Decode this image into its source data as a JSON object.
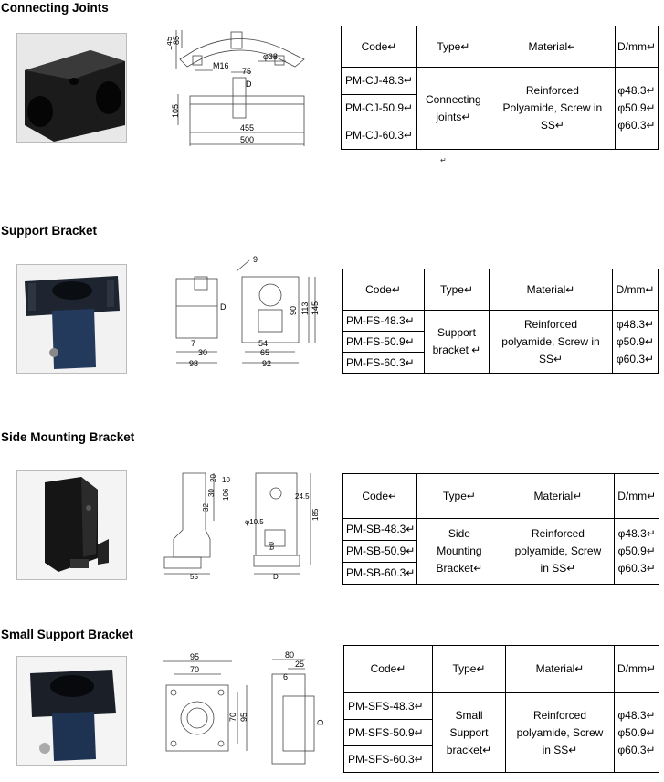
{
  "table_headers": {
    "code": "Code↵",
    "type": "Type↵",
    "material": "Material↵",
    "dim": "D/mm↵"
  },
  "sections": [
    {
      "title": "Connecting Joints",
      "codes": [
        "PM-CJ-48.3↵",
        "PM-CJ-50.9↵",
        "PM-CJ-60.3↵"
      ],
      "type_lines": [
        "Connecting",
        "joints↵"
      ],
      "material_lines": [
        "Reinforced",
        "Polyamide, Screw in",
        "SS↵"
      ],
      "diameters": [
        "φ48.3↵",
        "φ50.9↵",
        "φ60.3↵"
      ],
      "dims": {
        "h145": "145",
        "h85": "85",
        "m16": "M16",
        "d38": "φ38",
        "w75": "75",
        "d": "D",
        "h105": "105",
        "w455": "455",
        "w500": "500"
      }
    },
    {
      "title": "Support Bracket",
      "codes": [
        "PM-FS-48.3↵",
        "PM-FS-50.9↵",
        "PM-FS-60.3↵"
      ],
      "type_lines": [
        "Support",
        "bracket ↵"
      ],
      "material_lines": [
        "Reinforced",
        "polyamide, Screw in",
        "SS↵"
      ],
      "diameters": [
        "φ48.3↵",
        "φ50.9↵",
        "φ60.3↵"
      ],
      "dims": {
        "n9": "9",
        "d": "D",
        "h90": "90",
        "h113": "113",
        "h145": "145",
        "w7": "7",
        "w30": "30",
        "w98": "98",
        "w54": "54",
        "w65": "65",
        "w92": "92"
      }
    },
    {
      "title": "Side Mounting Bracket",
      "codes": [
        "PM-SB-48.3↵",
        "PM-SB-50.9↵",
        "PM-SB-60.3↵"
      ],
      "type_lines": [
        "Side",
        "Mounting",
        "Bracket↵"
      ],
      "material_lines": [
        "Reinforced",
        "polyamide, Screw",
        "in SS↵"
      ],
      "diameters": [
        "φ48.3↵",
        "φ50.9↵",
        "φ60.3↵"
      ],
      "dims": {
        "n10": "10",
        "n20": "20",
        "n30": "30",
        "n32": "32",
        "n106": "106",
        "n245": "24.5",
        "d105": "φ10.5",
        "n185": "185",
        "n60": "60",
        "n55": "55",
        "d": "D"
      }
    },
    {
      "title": "Small Support Bracket",
      "codes": [
        "PM-SFS-48.3↵",
        "PM-SFS-50.9↵",
        "PM-SFS-60.3↵"
      ],
      "type_lines": [
        "Small",
        "Support",
        "bracket↵"
      ],
      "material_lines": [
        "Reinforced",
        "polyamide, Screw",
        "in SS↵"
      ],
      "diameters": [
        "φ48.3↵",
        "φ50.9↵",
        "φ60.3↵"
      ],
      "dims": {
        "n95": "95",
        "n70a": "70",
        "n80": "80",
        "n25": "25",
        "n6": "6",
        "n70b": "70",
        "n95v": "95",
        "d": "D"
      }
    }
  ],
  "stray_mark": "↵"
}
